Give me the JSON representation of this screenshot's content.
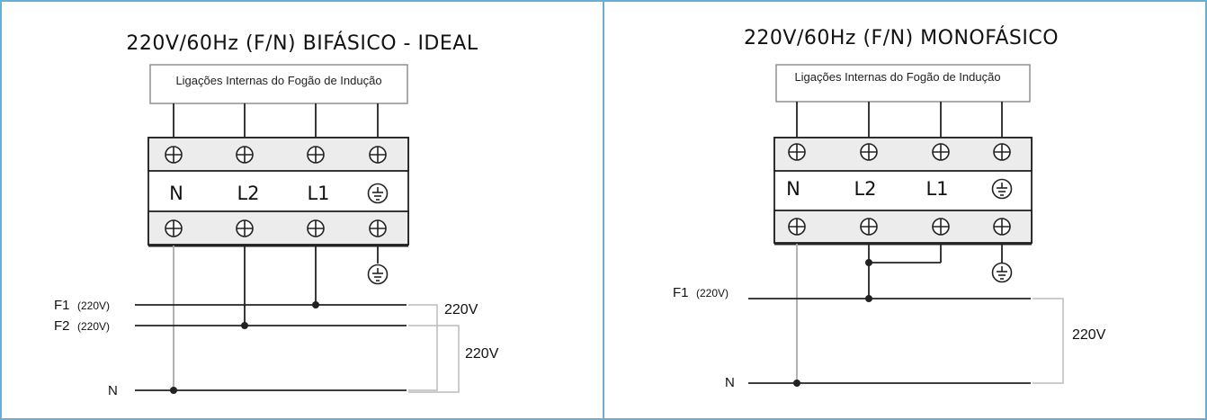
{
  "left": {
    "title": "220V/60Hz (F/N) BIFÁSICO - IDEAL",
    "box_label": "Ligações Internas do Fogão de Indução",
    "terminals": [
      "N",
      "L2",
      "L1"
    ],
    "lines": [
      {
        "name": "F1",
        "note": "(220V)"
      },
      {
        "name": "F2",
        "note": "(220V)"
      },
      {
        "name": "N",
        "note": ""
      }
    ],
    "voltage_top": "220V",
    "voltage_bottom": "220V"
  },
  "right": {
    "title": "220V/60Hz (F/N) MONOFÁSICO",
    "box_label": "Ligações Internas do Fogão de Indução",
    "terminals": [
      "N",
      "L2",
      "L1"
    ],
    "lines": [
      {
        "name": "F1",
        "note": "(220V)"
      },
      {
        "name": "N",
        "note": ""
      }
    ],
    "voltage": "220V"
  },
  "colors": {
    "border": "#6aaed3",
    "wire": "#222222",
    "wire_light": "#aaaaaa",
    "bracket": "#bbbbbb"
  }
}
